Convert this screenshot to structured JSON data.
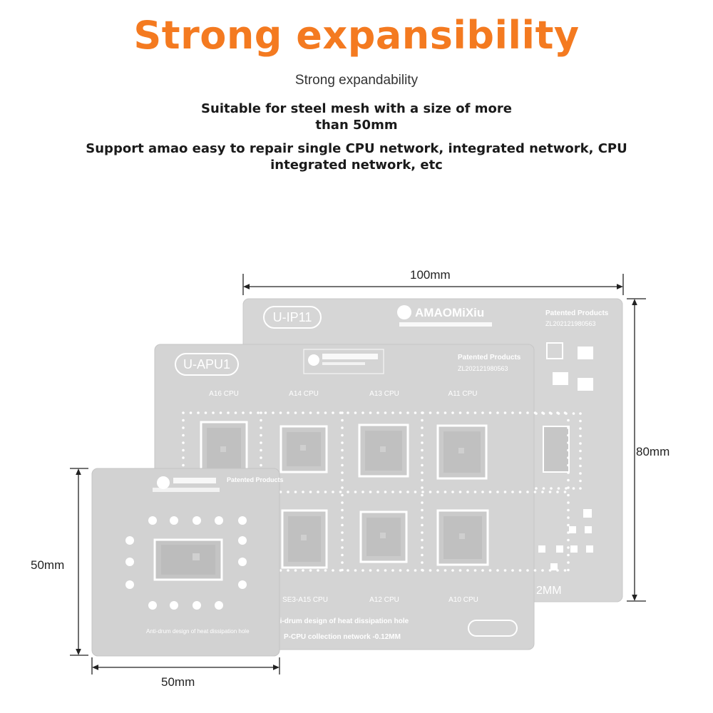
{
  "header": {
    "title": "Strong expansibility",
    "subtitle": "Strong expandability",
    "desc1_line1": "Suitable for steel mesh with a size of more",
    "desc1_line2": "than 50mm",
    "desc2_line1": "Support amao easy to repair single CPU network, integrated network, CPU",
    "desc2_line2": "integrated network, etc"
  },
  "dimensions": {
    "large_width": "100mm",
    "large_height": "80mm",
    "small_height": "50mm",
    "small_width": "50mm"
  },
  "stencil_large": {
    "model": "U-IP11",
    "brand": "AMAOMiXiu",
    "patented": "Patented Products",
    "patent_no": "ZL202121980563",
    "bottom_text": "2MM"
  },
  "stencil_medium": {
    "model": "U-APU1",
    "patented": "Patented Products",
    "patent_no": "ZL202121980563",
    "cpu_labels_top": [
      "A16 CPU",
      "A14 CPU",
      "A13 CPU",
      "A11 CPU"
    ],
    "cpu_labels_bottom": [
      "SE3-A15 CPU",
      "A12 CPU",
      "A10 CPU"
    ],
    "footer_line1": "Anti-drum design of heat dissipation hole",
    "footer_line2": "P-CPU collection network -0.12MM"
  },
  "stencil_small": {
    "patented": "Patented Products",
    "footer": "Anti-drum design of heat dissipation hole"
  },
  "colors": {
    "accent": "#f47a20",
    "stencil_fill": "#d4d4d4",
    "stencil_edge": "#c4c4c4",
    "hole": "#ffffff"
  }
}
